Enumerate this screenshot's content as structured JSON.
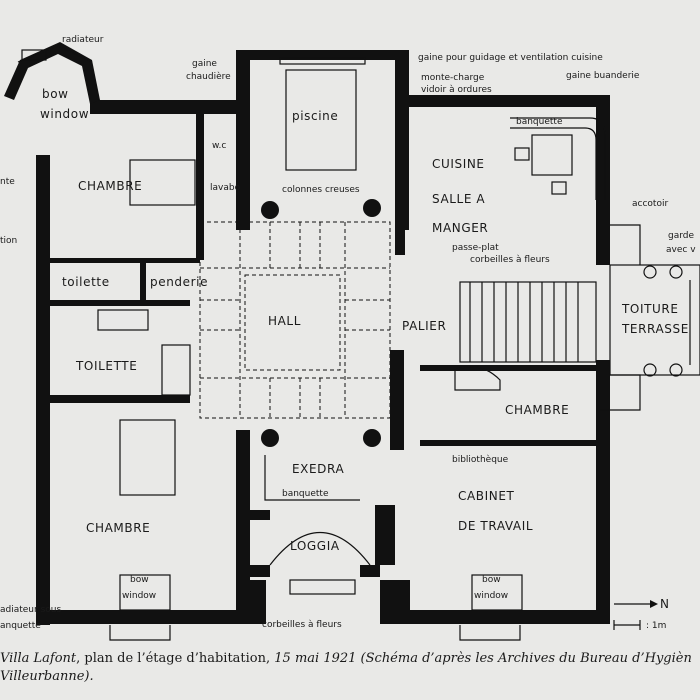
{
  "rooms": {
    "piscine": "piscine",
    "bow_window_top": "bow\nwindow",
    "chambre_nw": "CHAMBRE",
    "toilette_small": "toilette",
    "penderie": "penderie",
    "toilette": "TOILETTE",
    "chambre_sw": "CHAMBRE",
    "hall": "HALL",
    "exedra": "EXEDRA",
    "loggia": "LOGGIA",
    "cuisine": "CUISINE",
    "salle_a_manger_1": "SALLE A",
    "salle_a_manger_2": "MANGER",
    "palier": "PALIER",
    "chambre_e": "CHAMBRE",
    "cabinet_1": "CABINET",
    "cabinet_2": "DE TRAVAIL",
    "toiture_1": "TOITURE",
    "toiture_2": "TERRASSE",
    "bow_sw_1": "bow",
    "bow_sw_2": "window",
    "bow_se_1": "bow",
    "bow_se_2": "window"
  },
  "labels": {
    "radiateur": "radiateur",
    "gaine_chaudiere_1": "gaine",
    "gaine_chaudiere_2": "chaudière",
    "we": "w.c",
    "lavabo": "lavabo",
    "colonnes": "colonnes creuses",
    "gaine_cuisine": "gaine pour guidage et ventilation cuisine",
    "monte_charge": "monte-charge",
    "vidoir": "vidoir à ordures",
    "gaine_buanderie": "gaine buanderie",
    "banquette_top": "banquette",
    "accotoir": "accotoir",
    "garde_1": "garde",
    "garde_2": "avec v",
    "passe_plat": "passe-plat",
    "corbeilles_top": "corbeilles à fleurs",
    "bibliotheque": "bibliothèque",
    "banquette_exedra": "banquette",
    "corbeilles_bottom": "corbeilles à fleurs",
    "radiateur_sous_1": "adiateur sous",
    "radiateur_sous_2": "anquette",
    "left_nte": "nte",
    "left_tion": "tion",
    "north": "N",
    "scale": ": 1m"
  },
  "caption": {
    "part1": "Villa Lafont",
    "part2": ", plan de l’étage d’habitation, ",
    "part3": "15 mai 1921",
    "part4": " (Schéma d’après les Archives du Bureau d’Hygièn",
    "line2": "Villeurbanne)."
  }
}
